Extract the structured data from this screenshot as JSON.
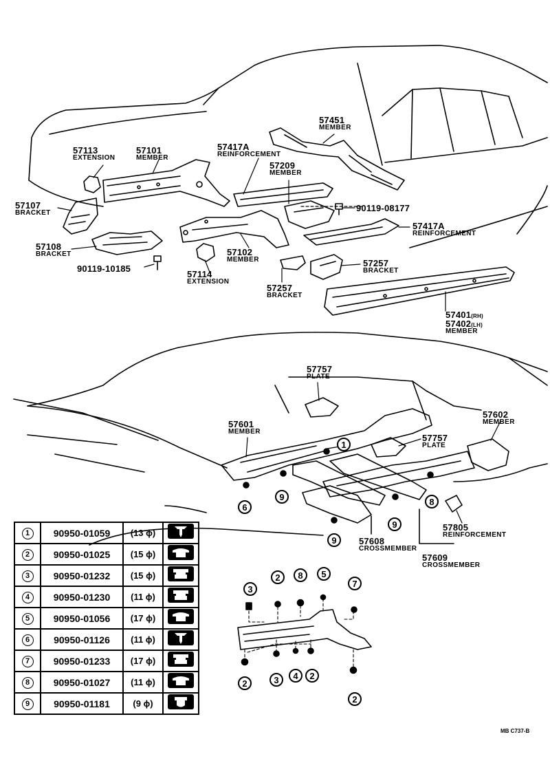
{
  "top_labels": [
    {
      "id": "57113",
      "name": "EXTENSION"
    },
    {
      "id": "57101",
      "name": "MEMBER"
    },
    {
      "id": "57417A-upper",
      "num": "57417A",
      "name": "REINFORCEMENT"
    },
    {
      "id": "57451",
      "name": "MEMBER"
    },
    {
      "id": "57209",
      "name": "MEMBER"
    },
    {
      "id": "57107",
      "name": "BRACKET"
    },
    {
      "id": "90119-08177",
      "name": ""
    },
    {
      "id": "57417A-lower",
      "num": "57417A",
      "name": "REINFORCEMENT"
    },
    {
      "id": "57108",
      "name": "BRACKET"
    },
    {
      "id": "57102",
      "name": "MEMBER"
    },
    {
      "id": "90119-10185",
      "name": ""
    },
    {
      "id": "57114",
      "name": "EXTENSION"
    },
    {
      "id": "57257-right",
      "num": "57257",
      "name": "BRACKET"
    },
    {
      "id": "57257-left",
      "num": "57257",
      "name": "BRACKET"
    }
  ],
  "side_member": {
    "rh": "57401",
    "rh_tag": "(RH)",
    "lh": "57402",
    "lh_tag": "(LH)",
    "name": "MEMBER"
  },
  "bottom_labels": [
    {
      "id": "57757-top",
      "num": "57757",
      "name": "PLATE"
    },
    {
      "id": "57601",
      "name": "MEMBER"
    },
    {
      "id": "57602",
      "name": "MEMBER"
    },
    {
      "id": "57757-right",
      "num": "57757",
      "name": "PLATE"
    },
    {
      "id": "57805",
      "name": "REINFORCEMENT"
    },
    {
      "id": "57608",
      "name": "CROSSMEMBER"
    },
    {
      "id": "57609",
      "name": "CROSSMEMBER"
    }
  ],
  "callouts_main": [
    "1",
    "9",
    "6",
    "9",
    "9",
    "8"
  ],
  "callouts_detail_top": [
    "3",
    "2",
    "8",
    "5",
    "7"
  ],
  "callouts_detail_bottom": [
    "2",
    "3",
    "4",
    "2",
    "2"
  ],
  "clip_table": [
    {
      "idx": "1",
      "part": "90950-01059",
      "size": "(13 ϕ)",
      "icon": "push-clip-arrow-icon"
    },
    {
      "idx": "2",
      "part": "90950-01025",
      "size": "(15 ϕ)",
      "icon": "round-plug-icon"
    },
    {
      "idx": "3",
      "part": "90950-01232",
      "size": "(15 ϕ)",
      "icon": "stepped-plug-icon"
    },
    {
      "idx": "4",
      "part": "90950-01230",
      "size": "(11 ϕ)",
      "icon": "stepped-plug-icon"
    },
    {
      "idx": "5",
      "part": "90950-01056",
      "size": "(17 ϕ)",
      "icon": "round-plug-icon"
    },
    {
      "idx": "6",
      "part": "90950-01126",
      "size": "(11 ϕ)",
      "icon": "push-clip-arrow-icon"
    },
    {
      "idx": "7",
      "part": "90950-01233",
      "size": "(17 ϕ)",
      "icon": "stepped-plug-icon"
    },
    {
      "idx": "8",
      "part": "90950-01027",
      "size": "(11 ϕ)",
      "icon": "round-plug-icon"
    },
    {
      "idx": "9",
      "part": "90950-01181",
      "size": "(9 ϕ)",
      "icon": "cup-plug-icon"
    }
  ],
  "drawing_code": "MB  C737-B"
}
